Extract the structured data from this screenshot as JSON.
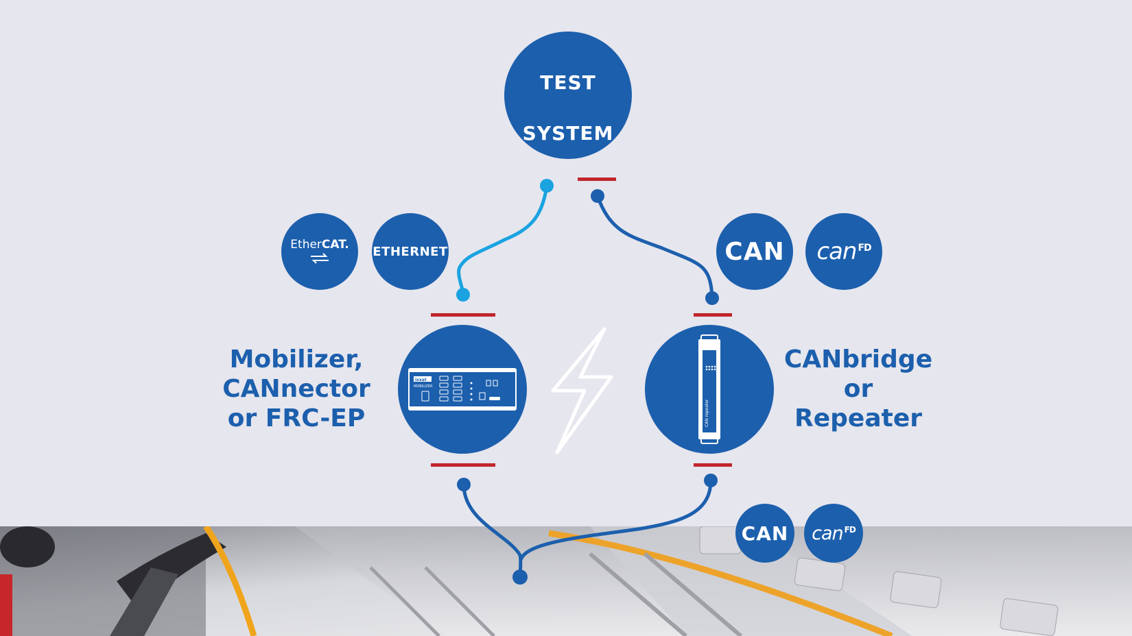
{
  "hub": {
    "line1": "TEST",
    "line2": "SYSTEM"
  },
  "protocols_left": [
    {
      "ether": "Ether",
      "cat": "CAT."
    },
    {
      "text": "ETHERNET"
    }
  ],
  "protocols_right_top": [
    {
      "text": "CAN"
    },
    {
      "text": "can",
      "sup": "FD"
    }
  ],
  "protocols_right_bottom": [
    {
      "text": "CAN"
    },
    {
      "text": "can",
      "sup": "FD"
    }
  ],
  "label_left": {
    "line1": "Mobilizer,",
    "line2": "CANnector",
    "line3": "or FRC-EP"
  },
  "label_right": {
    "line1": "CANbridge",
    "line2": "or",
    "line3": "Repeater"
  },
  "device_left": {
    "brand": "ixxat",
    "model": "MOBILIZER"
  },
  "device_right": {
    "text": "CAN repeater"
  },
  "colors": {
    "brand_blue": "#1c5fad",
    "light_blue": "#1aa3e0",
    "accent_red": "#c0262c",
    "background": "#e6e6ee"
  },
  "icons": [
    "ethercat-logo-icon",
    "can-logo-icon",
    "canfd-logo-icon",
    "lightning-bolt-icon",
    "mobilizer-device-icon",
    "can-repeater-device-icon"
  ]
}
